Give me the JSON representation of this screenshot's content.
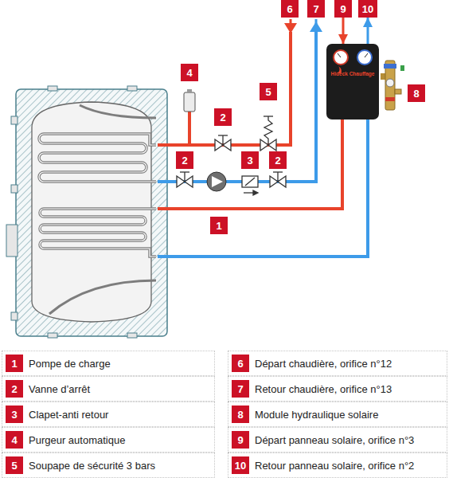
{
  "diagram": {
    "nodes": [
      {
        "text": [
          "6"
        ]
      },
      {
        "text": [
          "7"
        ]
      },
      {
        "text": [
          "9"
        ]
      },
      {
        "text": [
          "10"
        ]
      },
      {
        "text": [
          "4"
        ]
      },
      {
        "text": [
          "Hideck Chauffage"
        ]
      },
      {
        "text": [
          "8"
        ]
      },
      {
        "text": [
          "2"
        ]
      },
      {
        "text": [
          "5"
        ]
      },
      {
        "text": [
          "2"
        ]
      },
      {
        "text": [
          "3"
        ]
      },
      {
        "text": [
          "2"
        ]
      },
      {
        "text": [
          "1"
        ]
      }
    ],
    "edges": [
      {
        "from": 2,
        "to": 5,
        "arrow": "to"
      },
      {
        "from": 5,
        "to": 3,
        "arrow": "to"
      }
    ],
    "labels": [
      "1",
      "2",
      "3",
      "4",
      "5",
      "6",
      "7",
      "8",
      "9",
      "10"
    ],
    "legend": [
      {
        "text": "Pompe de charge",
        "color": "#cc1126"
      },
      {
        "text": "Vanne d’arrêt",
        "color": "#cc1126"
      },
      {
        "text": "Clapet-anti retour",
        "color": "#cc1126"
      },
      {
        "text": "Purgeur automatique",
        "color": "#cc1126"
      },
      {
        "text": "Soupape de sécurité 3 bars",
        "color": "#cc1126"
      },
      {
        "text": "Départ chaudière, orifice n°12",
        "color": "#cc1126"
      },
      {
        "text": "Retour chaudière, orifice n°13",
        "color": "#cc1126"
      },
      {
        "text": "Module hydraulique solaire",
        "color": "#cc1126"
      },
      {
        "text": "Départ panneau solaire, orifice n°3",
        "color": "#cc1126"
      },
      {
        "text": "Retour panneau solaire, orifice n°2",
        "color": "#cc1126"
      }
    ]
  }
}
